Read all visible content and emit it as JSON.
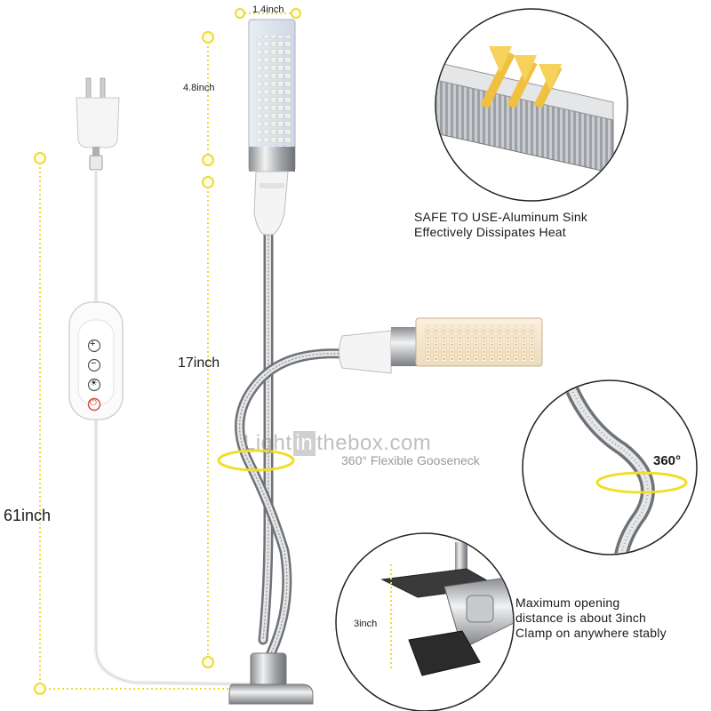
{
  "dimensions": {
    "panel_width": "1.4inch",
    "panel_height": "4.8inch",
    "gooseneck_length": "17inch",
    "cable_length": "61inch",
    "clamp_opening": "3inch"
  },
  "gooseneck_note": "360° Flexible Gooseneck",
  "watermark": {
    "part1": "Light",
    "part2": "in",
    "part3": "thebox.com"
  },
  "heat_sink": {
    "line1": "SAFE TO USE-Aluminum Sink",
    "line2": "Effectively Dissipates Heat"
  },
  "rotation": {
    "label": "360°"
  },
  "clamp": {
    "line1": "Maximum opening",
    "line2": "distance is about 3inch",
    "line3": "Clamp on anywhere stably"
  },
  "controller": {
    "buttons": [
      "+",
      "−",
      "☀",
      "⏻"
    ]
  },
  "colors": {
    "dimension_line": "#e8dc3a",
    "led_cool": "#dfe9f5",
    "led_warm": "#f4d9a8",
    "metal": "#b9bcc0"
  }
}
